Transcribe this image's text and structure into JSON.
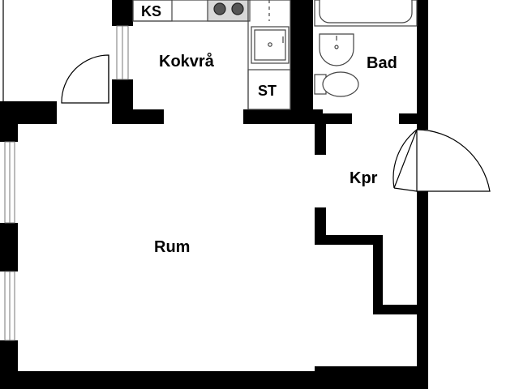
{
  "rooms": {
    "kitchen": "Kokvrå",
    "bathroom": "Bad",
    "closet": "Kpr",
    "living": "Rum"
  },
  "fixtures": {
    "fridge": "KS",
    "wardrobe": "ST"
  },
  "colors": {
    "wall": "#000000",
    "fixture_line": "#444444",
    "background": "#ffffff",
    "window_frame": "#777777"
  }
}
